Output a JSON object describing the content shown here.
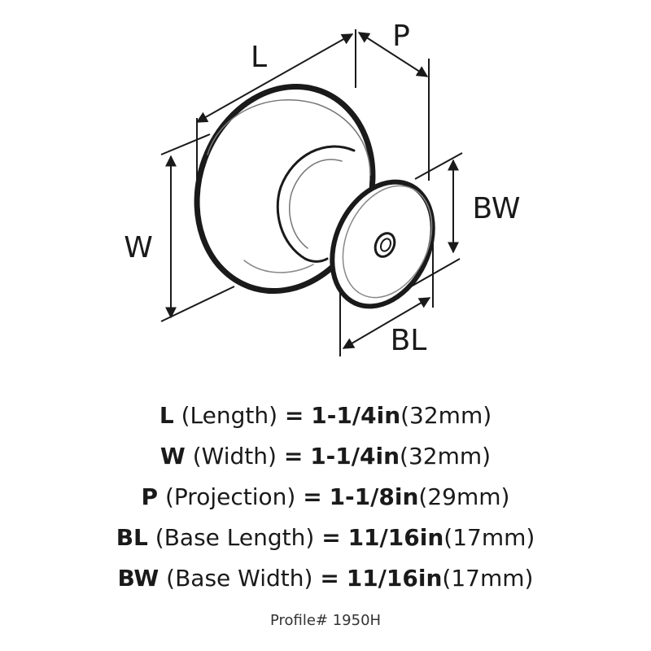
{
  "diagram": {
    "labels": {
      "L": "L",
      "P": "P",
      "W": "W",
      "BW": "BW",
      "BL": "BL"
    }
  },
  "specs": [
    {
      "code": "L",
      "name": "(Length)",
      "eq": "=",
      "inch": "1-1/4in",
      "mm": "(32mm)"
    },
    {
      "code": "W",
      "name": "(Width)",
      "eq": "=",
      "inch": "1-1/4in",
      "mm": "(32mm)"
    },
    {
      "code": "P",
      "name": "(Projection)",
      "eq": "=",
      "inch": "1-1/8in",
      "mm": "(29mm)"
    },
    {
      "code": "BL",
      "name": "(Base Length)",
      "eq": "=",
      "inch": "11/16in",
      "mm": "(17mm)"
    },
    {
      "code": "BW",
      "name": "(Base Width)",
      "eq": "=",
      "inch": "11/16in",
      "mm": "(17mm)"
    }
  ],
  "profile": "Profile# 1950H"
}
